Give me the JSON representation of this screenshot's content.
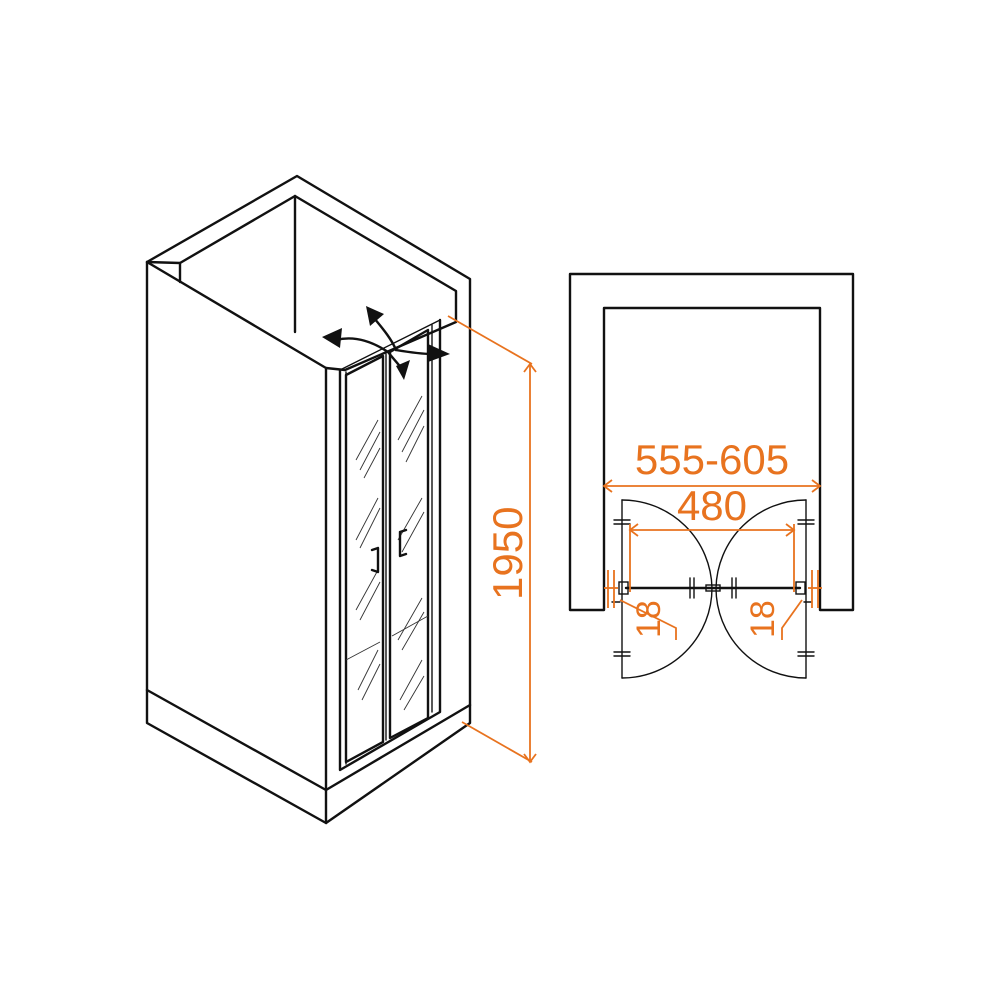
{
  "colors": {
    "outline": "#111111",
    "dimension": "#e8731f",
    "background": "#ffffff"
  },
  "dimensions": {
    "height": "1950",
    "opening_range": "555-605",
    "door_width": "480",
    "offset_left": "18",
    "offset_right": "18"
  },
  "icons": {
    "swing_arrows": "double-swing-arrows-icon",
    "handle": "door-handle-icon"
  }
}
